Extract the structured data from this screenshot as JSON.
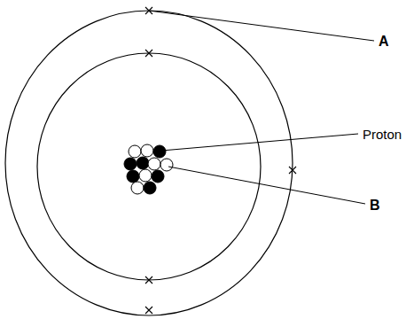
{
  "diagram": {
    "labels": [
      "A",
      "Proton",
      "B"
    ]
  }
}
